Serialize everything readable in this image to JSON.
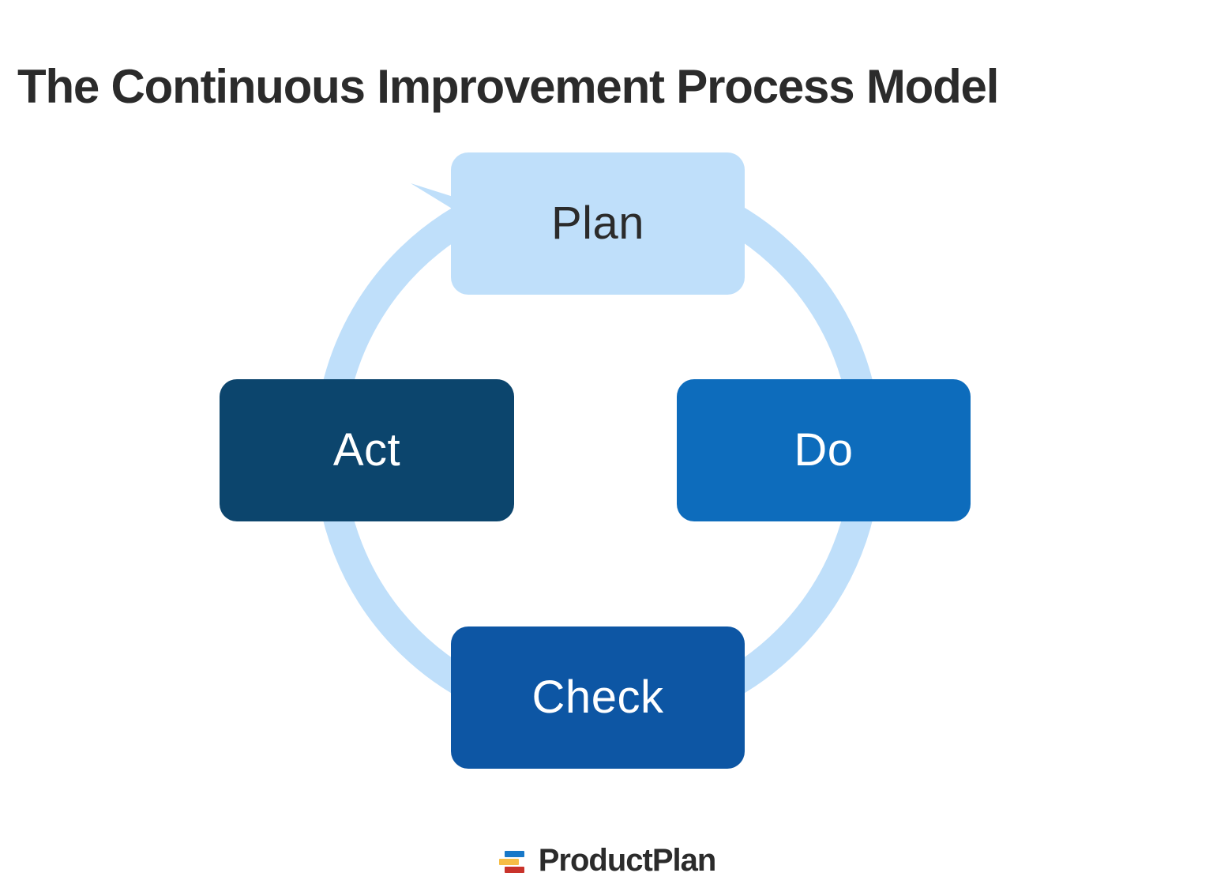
{
  "page": {
    "title": "The Continuous Improvement Process Model",
    "background": "#ffffff",
    "title_color": "#2b2b2b"
  },
  "diagram": {
    "type": "cycle",
    "arc_color": "#bfdffa",
    "arrow_icon": "curved-arrow-icon",
    "direction": "clockwise",
    "nodes": [
      {
        "id": "plan",
        "label": "Plan",
        "fill": "#bfdffa",
        "text_color": "#2b2b2b",
        "position": "top"
      },
      {
        "id": "do",
        "label": "Do",
        "fill": "#0d6cbc",
        "text_color": "#ffffff",
        "position": "right"
      },
      {
        "id": "check",
        "label": "Check",
        "fill": "#0d56a4",
        "text_color": "#ffffff",
        "position": "bottom"
      },
      {
        "id": "act",
        "label": "Act",
        "fill": "#0c456d",
        "text_color": "#ffffff",
        "position": "left"
      }
    ]
  },
  "brand": {
    "name": "ProductPlan",
    "mark_icon": "productplan-bars-icon",
    "bar_colors": {
      "top": "#1878c8",
      "middle": "#f6bd46",
      "bottom": "#c9332b"
    },
    "wordmark_color": "#2b2b2b"
  }
}
